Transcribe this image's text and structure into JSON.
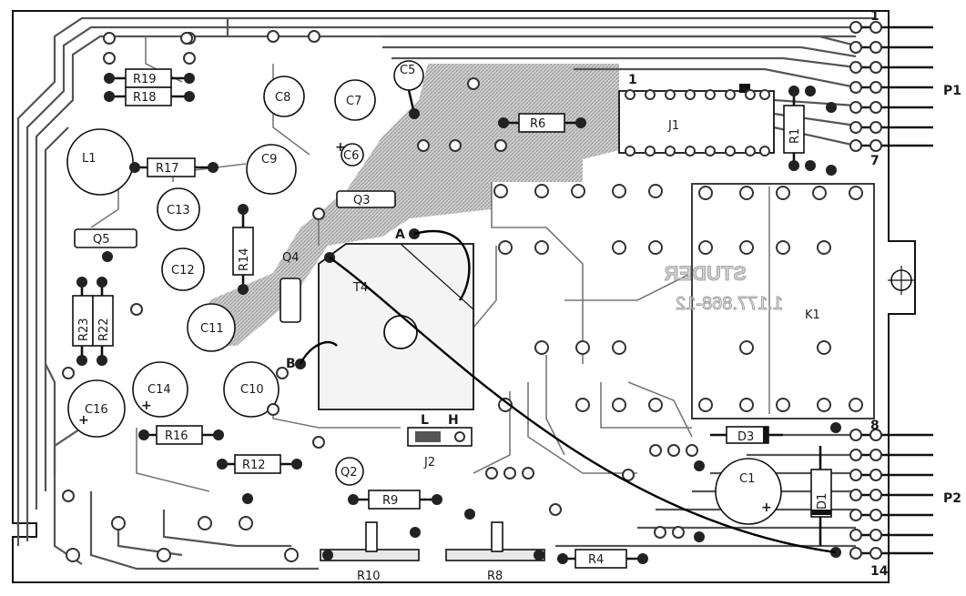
{
  "diagram": {
    "brand_text": "STUDER",
    "board_number": "1.177.868-12",
    "connectors": [
      {
        "id": "P1",
        "first_pin": "1",
        "last_pin": "7"
      },
      {
        "id": "P2",
        "first_pin": "8",
        "last_pin": "14"
      }
    ],
    "components": {
      "resistors": [
        "R19",
        "R18",
        "R17",
        "R14",
        "R23",
        "R22",
        "R16",
        "R12",
        "R9",
        "R6",
        "R1",
        "R4"
      ],
      "potentiometers": [
        "R10",
        "R8"
      ],
      "capacitors": [
        "C5",
        "C8",
        "C7",
        "C6",
        "C9",
        "C13",
        "C12",
        "C11",
        "C14",
        "C10",
        "C16",
        "C1"
      ],
      "inductors": [
        "L1"
      ],
      "transistors": [
        "Q5",
        "Q3",
        "Q4",
        "Q2"
      ],
      "transformer": "T4",
      "relay": "K1",
      "ic_socket": "J1",
      "jumper": {
        "id": "J2",
        "pos_low": "L",
        "pos_high": "H"
      },
      "diodes": [
        "D3",
        "D1"
      ]
    },
    "test_points": [
      "A",
      "B"
    ],
    "polarity_mark": "+",
    "colors": {
      "ink": "#111111",
      "traces": "#555555",
      "ground_fill": "#9a9a9a",
      "paper": "#ffffff"
    }
  }
}
